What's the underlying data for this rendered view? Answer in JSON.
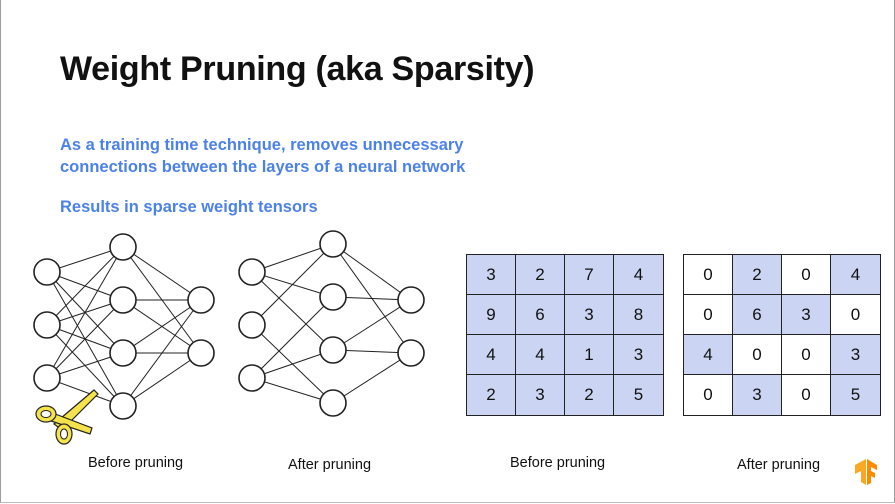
{
  "slide": {
    "title": "Weight Pruning (aka Sparsity)",
    "description_line1": "As a training time technique, removes unnecessary connections between the layers of a neural network",
    "description_line2": "Results in sparse weight tensors",
    "accent_color": "#4c82e8",
    "matrix_highlight_color": "#cbd5f3"
  },
  "captions": {
    "network_before": "Before pruning",
    "network_after": "After pruning",
    "matrix_before": "Before pruning",
    "matrix_after": "After pruning"
  },
  "matrix_before": [
    [
      3,
      2,
      7,
      4
    ],
    [
      9,
      6,
      3,
      8
    ],
    [
      4,
      4,
      1,
      3
    ],
    [
      2,
      3,
      2,
      5
    ]
  ],
  "matrix_after": [
    [
      0,
      2,
      0,
      4
    ],
    [
      0,
      6,
      3,
      0
    ],
    [
      4,
      0,
      0,
      3
    ],
    [
      0,
      3,
      0,
      5
    ]
  ],
  "icons": {
    "scissors": "scissors-icon",
    "logo": "tensorflow-logo-icon"
  }
}
